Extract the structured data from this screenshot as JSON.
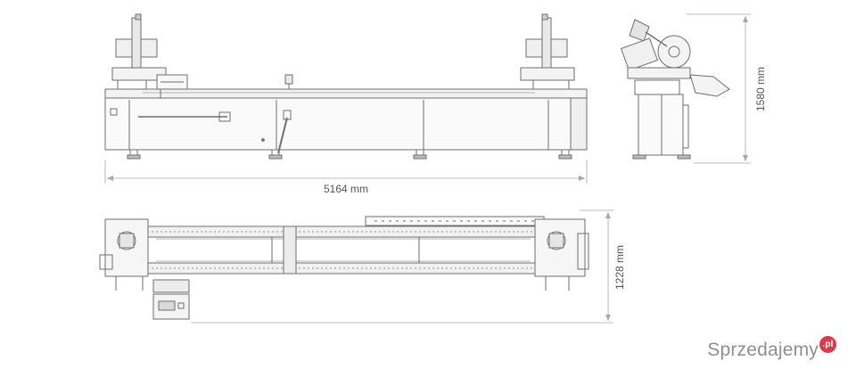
{
  "dimensions": {
    "length": "5164 mm",
    "height": "1580 mm",
    "depth": "1228 mm"
  },
  "watermark": {
    "name": "Sprzedajemy",
    "suffix": ".pl",
    "accent": "#e2364a"
  },
  "colors": {
    "line": "#6e6e6e",
    "dimension": "#a8a8a8",
    "panel": "#e9e9e9"
  }
}
